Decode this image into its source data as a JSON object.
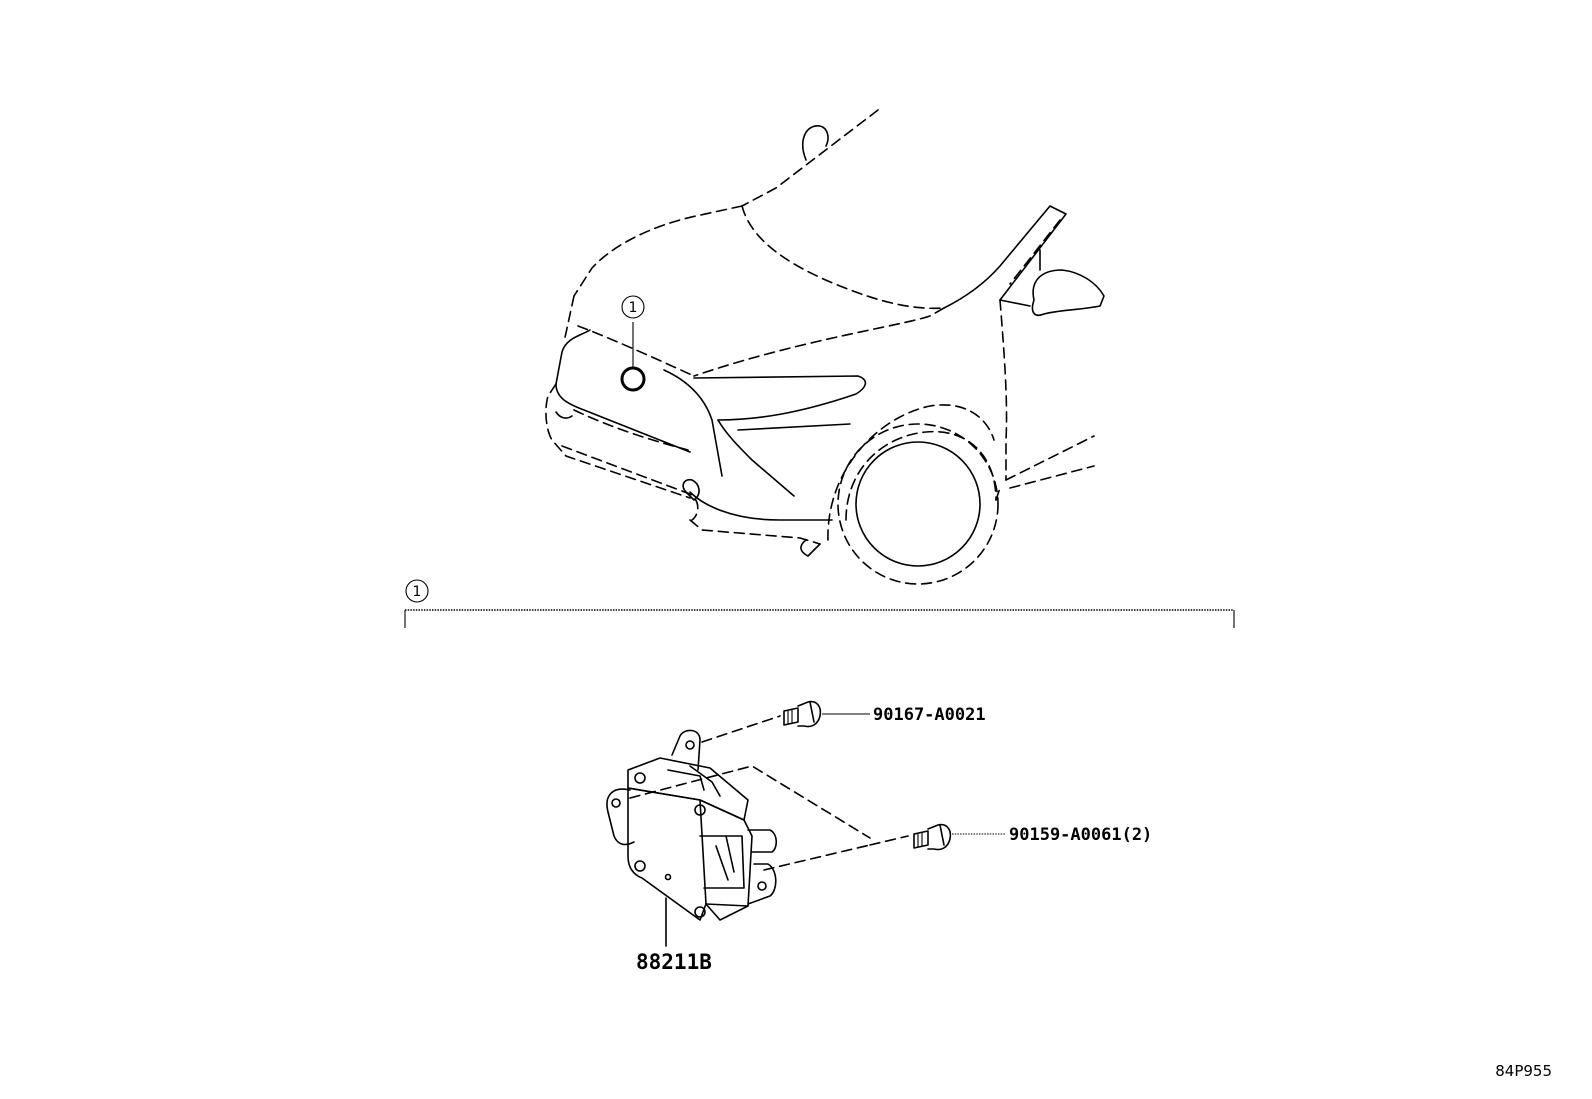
{
  "diagram": {
    "reference_code": "84P955",
    "callouts": [
      {
        "number": "1"
      },
      {
        "number": "1"
      }
    ],
    "parts": [
      {
        "part_number": "90167-A0021"
      },
      {
        "part_number": "90159-A0061(2)"
      },
      {
        "part_number": "88211B"
      }
    ],
    "icons": [
      "callout-circle-icon",
      "bolt-icon",
      "control-module-icon",
      "vehicle-outline-icon"
    ]
  }
}
